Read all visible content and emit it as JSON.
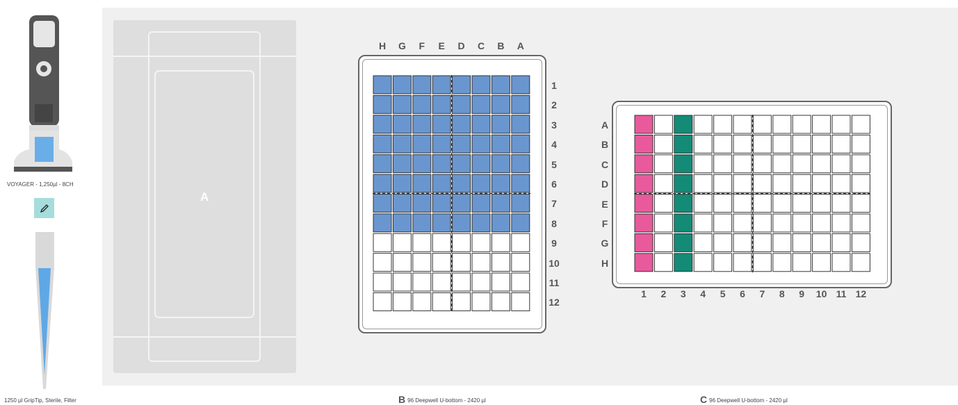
{
  "pipette": {
    "name": "VOYAGER - 1,250µl - 8CH",
    "edit_icon": "pencil-icon",
    "tip_name": "1250 µl GripTip, Sterile, Filter",
    "colors": {
      "body": "#555555",
      "grip": "#e0e0e0",
      "window": "#6aaee8",
      "tip_liquid": "#5fa8e6"
    }
  },
  "deck": {
    "slot_a": {
      "label": "A"
    },
    "plate_b": {
      "letter": "B",
      "description": "96 Deepwell U-bottom - 2420 µl",
      "orientation": "rotated",
      "column_labels": [
        "H",
        "G",
        "F",
        "E",
        "D",
        "C",
        "B",
        "A"
      ],
      "row_labels": [
        "1",
        "2",
        "3",
        "4",
        "5",
        "6",
        "7",
        "8",
        "9",
        "10",
        "11",
        "12"
      ],
      "filled_rows": 8,
      "fill_color": "#6a96cf"
    },
    "plate_c": {
      "letter": "C",
      "description": "96 Deepwell U-bottom - 2420 µl",
      "orientation": "standard",
      "row_labels": [
        "A",
        "B",
        "C",
        "D",
        "E",
        "F",
        "G",
        "H"
      ],
      "column_labels": [
        "1",
        "2",
        "3",
        "4",
        "5",
        "6",
        "7",
        "8",
        "9",
        "10",
        "11",
        "12"
      ],
      "highlighted_columns": [
        {
          "column": "1",
          "color": "#e85a9c"
        },
        {
          "column": "3",
          "color": "#138b76"
        }
      ]
    }
  }
}
